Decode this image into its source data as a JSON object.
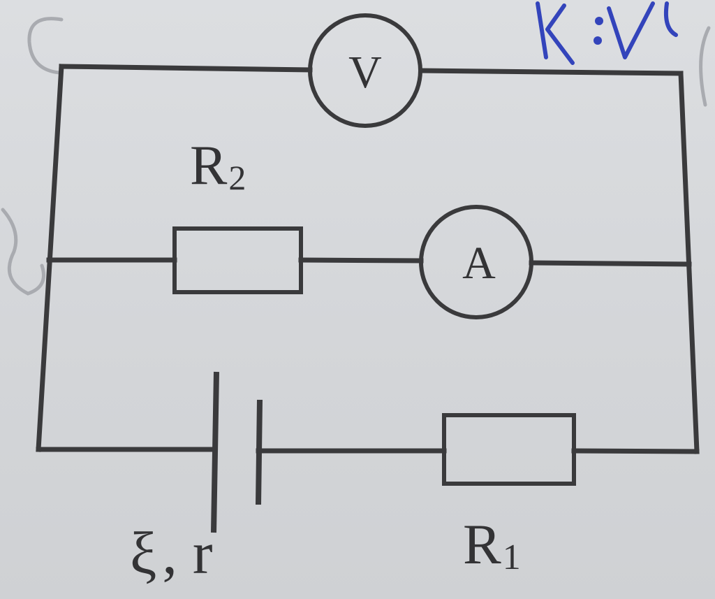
{
  "voltmeter": {
    "symbol": "V"
  },
  "ammeter": {
    "symbol": "A"
  },
  "resistor_r2": {
    "label_main": "R",
    "label_sub": "2"
  },
  "resistor_r1": {
    "label_main": "R",
    "label_sub": "1"
  },
  "source": {
    "emf_symbol": "ξ",
    "separator": ",",
    "internal_resistance": "r"
  },
  "handwriting": {
    "note": "K:V",
    "ink_color": "#3344bb"
  },
  "colors": {
    "paper": "#d7d9dc",
    "ink_print": "#3a3a3c"
  }
}
